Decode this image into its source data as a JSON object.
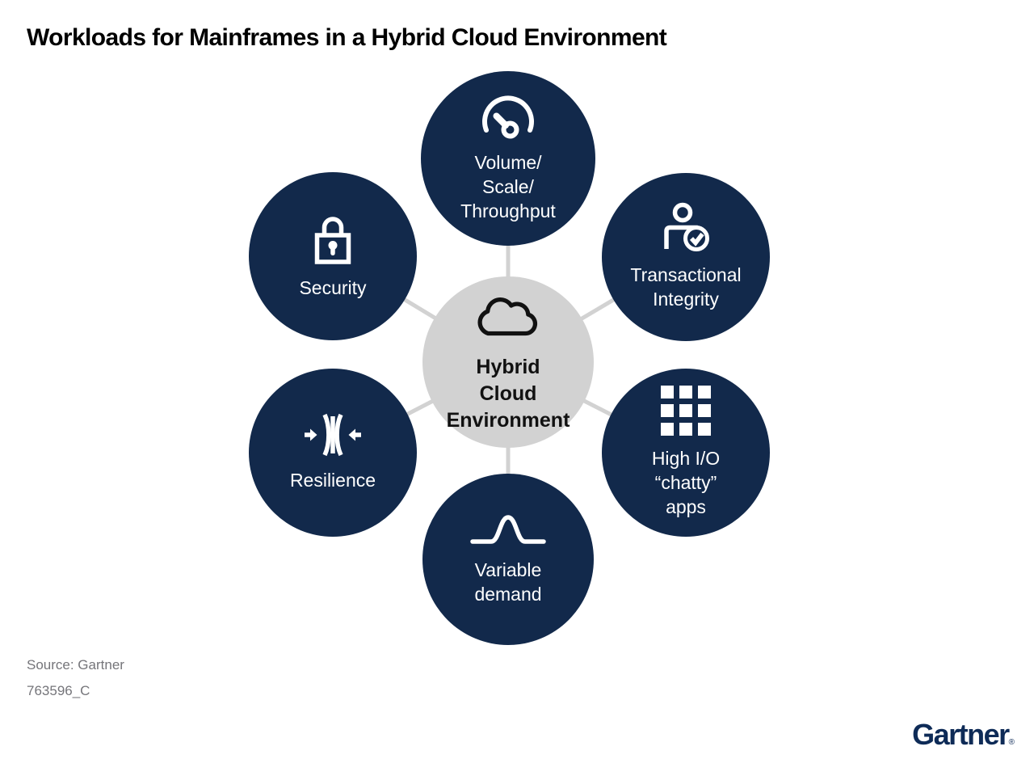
{
  "title": "Workloads for Mainframes in a Hybrid Cloud Environment",
  "colors": {
    "node_navy": "#12294B",
    "hub_gray": "#D2D2D2",
    "connector_gray": "#D2D2D2",
    "node_text": "#FFFFFF",
    "hub_text": "#111111",
    "logo_navy": "#0E2B57",
    "footer_gray": "#75757A"
  },
  "hub": {
    "label": "Hybrid\nCloud\nEnvironment",
    "icon": "cloud-icon"
  },
  "nodes": [
    {
      "id": "volume-scale-throughput",
      "label": "Volume/\nScale/\nThroughput",
      "icon": "gauge-icon"
    },
    {
      "id": "transactional-integrity",
      "label": "Transactional\nIntegrity",
      "icon": "person-check-icon"
    },
    {
      "id": "high-io-chatty-apps",
      "label": "High I/O\n“chatty”\napps",
      "icon": "grid-icon"
    },
    {
      "id": "variable-demand",
      "label": "Variable\ndemand",
      "icon": "bell-curve-icon"
    },
    {
      "id": "resilience",
      "label": "Resilience",
      "icon": "compress-arrows-icon"
    },
    {
      "id": "security",
      "label": "Security",
      "icon": "lock-icon"
    }
  ],
  "footer": {
    "source": "Source: Gartner",
    "figure_id": "763596_C",
    "logo_text": "Gartner",
    "registered_mark": "®"
  }
}
